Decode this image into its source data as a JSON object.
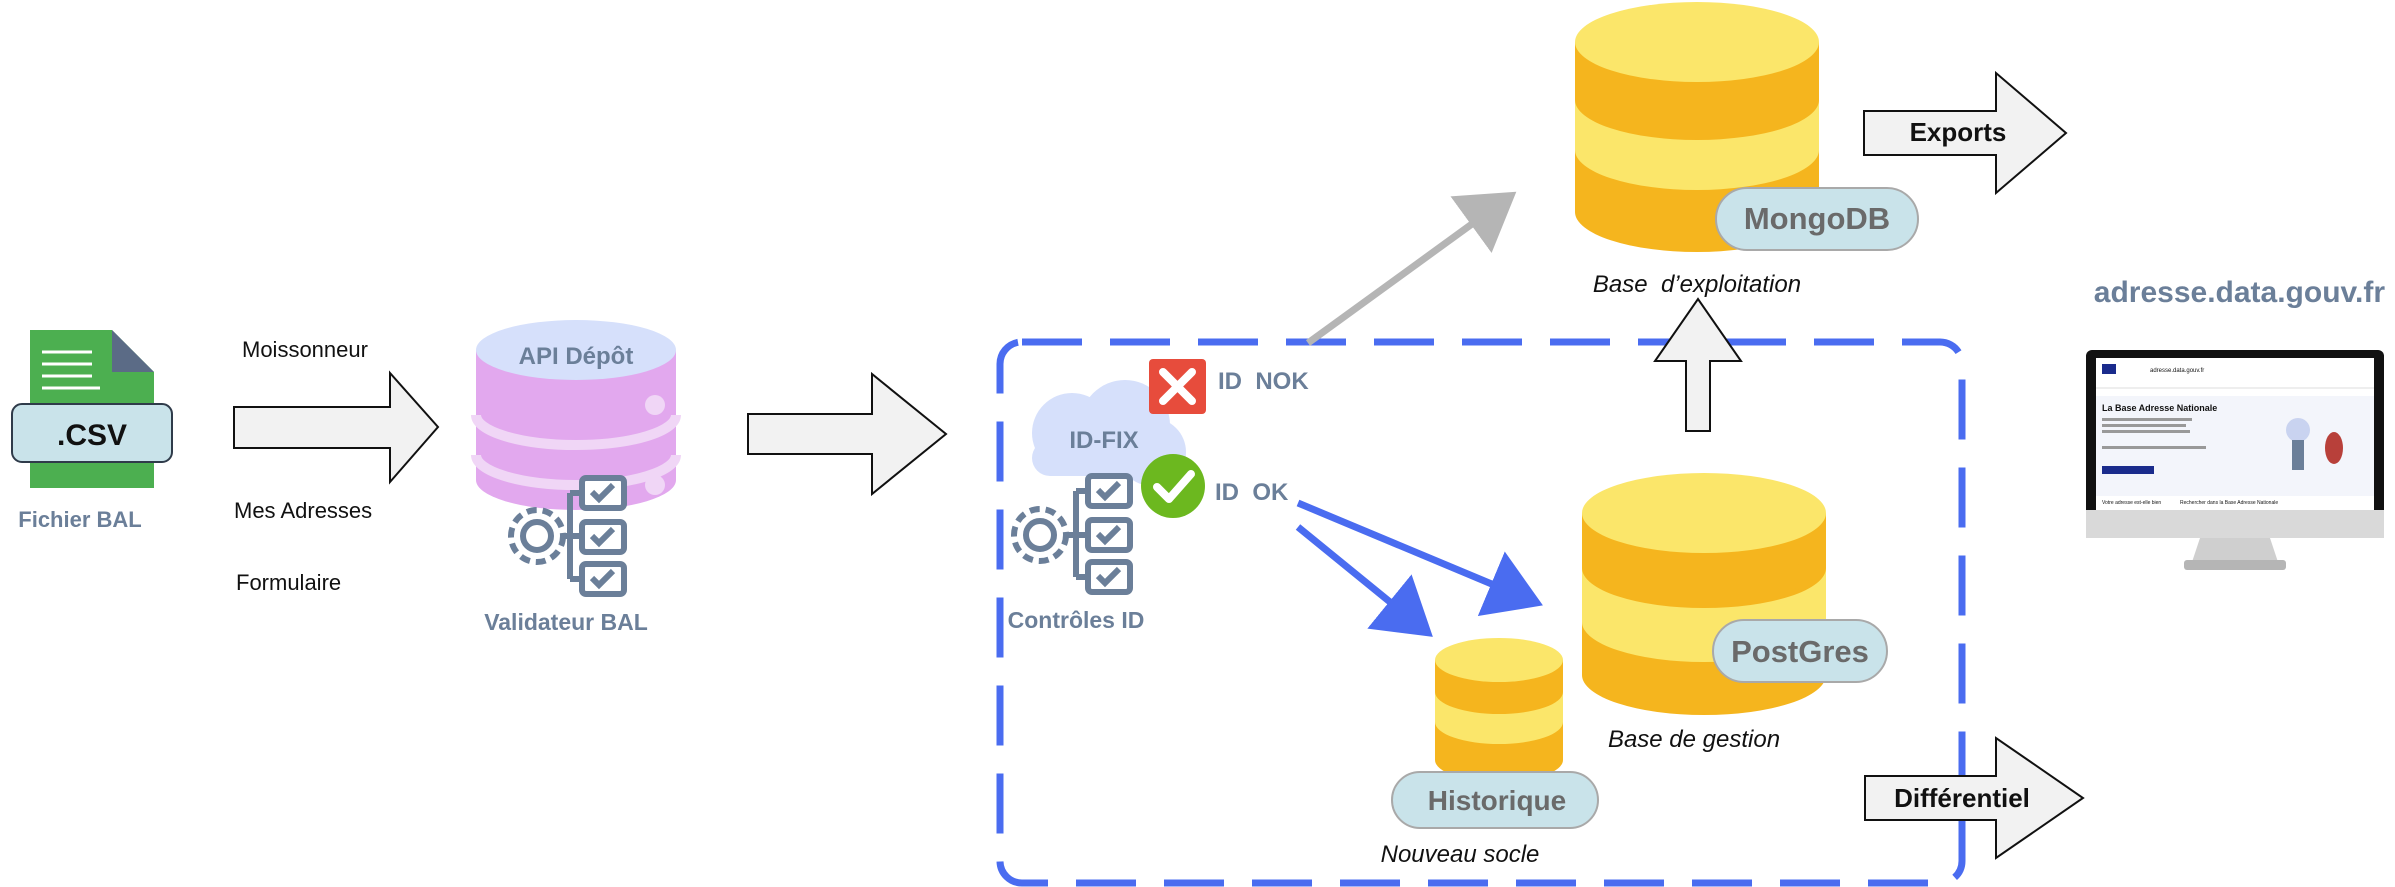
{
  "colors": {
    "csv_file_green": "#4caf50",
    "csv_label_bg": "#c9e3ea",
    "api_db_pink": "#e2a8ee",
    "api_db_top": "#d6e0fb",
    "slate_text": "#6b7f99",
    "gold_db": "#f5b51e",
    "gold_db_light": "#fbe66a",
    "blue_dash": "#4a6cf0",
    "blue_arrow": "#4a6cf0",
    "grey_arrow": "#b5b5b5",
    "nok_red": "#e74c3c",
    "ok_green": "#6cb81f",
    "pill_bg": "#c9e3ea",
    "arrow_fill": "#f2f2f2"
  },
  "source": {
    "file_label": ".CSV",
    "file_caption": "Fichier BAL",
    "icon": "csv-file-icon"
  },
  "channels": [
    "Moissonneur",
    "Mes Adresses",
    "Formulaire"
  ],
  "validator": {
    "db_label": "API Dépôt",
    "caption": "Validateur BAL",
    "icon": "validation-gear-icon"
  },
  "controls": {
    "cloud_label": "ID-FIX",
    "caption": "Contrôles ID",
    "nok_label": "ID  NOK",
    "ok_label": "ID  OK"
  },
  "databases": {
    "mongo": {
      "label": "MongoDB",
      "caption": "Base  d’exploitation"
    },
    "postgres": {
      "label": "PostGres",
      "caption": "Base de gestion"
    },
    "historique": {
      "label": "Historique"
    }
  },
  "zone_caption": "Nouveau socle",
  "outputs": {
    "exports": "Exports",
    "differentiel": "Différentiel"
  },
  "website": {
    "url": "adresse.data.gouv.fr",
    "screen_title": "La Base Adresse Nationale",
    "screen_brand": "adresse.data.gouv.fr",
    "screen_search_left": "Votre adresse est-elle bien",
    "screen_search_right": "Rechercher dans la Base Adresse Nationale"
  }
}
